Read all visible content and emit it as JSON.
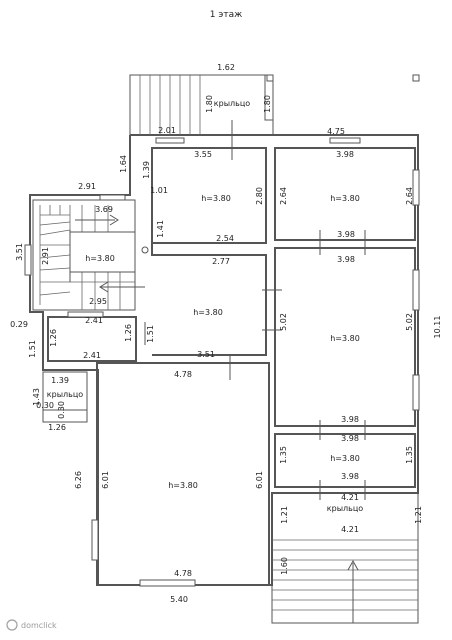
{
  "title": "1 этаж",
  "porch_label": "крыльцо",
  "rooms": [
    {
      "id": "r1",
      "height": "h=3.80"
    },
    {
      "id": "r2",
      "height": "h=3.80"
    },
    {
      "id": "r3",
      "height": "h=3.80"
    },
    {
      "id": "r4",
      "height": "h=3.80"
    },
    {
      "id": "r5",
      "height": "h=3.80"
    },
    {
      "id": "r6",
      "height": "h=3.80"
    },
    {
      "id": "r7",
      "height": "h=3.80"
    }
  ],
  "dimensions": [
    "1.62",
    "1.80",
    "1.80",
    "2.01",
    "4.75",
    "1.64",
    "1.39",
    "3.55",
    "3.98",
    "2.91",
    "1.01",
    "2.80",
    "2.64",
    "2.64",
    "3.69",
    "1.41",
    "3.51",
    "2.91",
    "2.54",
    "3.98",
    "3.98",
    "2.77",
    "2.95",
    "5.02",
    "5.02",
    "10.11",
    "0.29",
    "2.41",
    "1.26",
    "1.26",
    "1.51",
    "1.51",
    "2.41",
    "3.51",
    "4.78",
    "1.39",
    "1.43",
    "0.30",
    "0.30",
    "1.26",
    "3.98",
    "3.98",
    "1.35",
    "1.35",
    "3.98",
    "6.26",
    "6.01",
    "6.01",
    "4.21",
    "1.21",
    "1.21",
    "4.21",
    "1.60",
    "4.78",
    "5.40"
  ],
  "watermark": "domclick"
}
